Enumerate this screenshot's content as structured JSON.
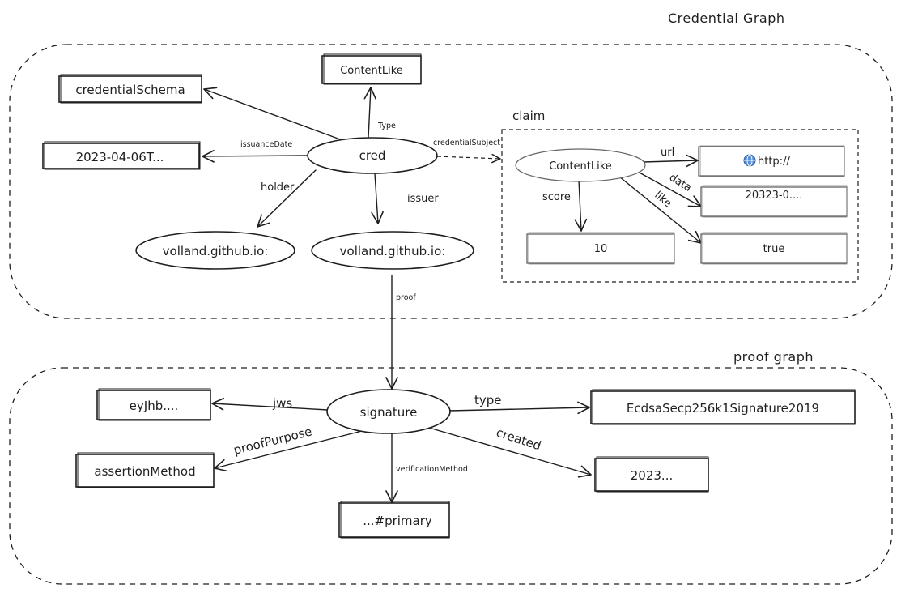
{
  "credential_graph": {
    "title": "Credential Graph",
    "nodes": {
      "cred": "cred",
      "holder_target": "volland.github.io:",
      "issuer_target": "volland.github.io:",
      "credential_schema": "credentialSchema",
      "type_target": "ContentLike",
      "issuance_date_target": "2023-04-06T..."
    },
    "edges": {
      "type": "Type",
      "issuance_date": "issuanceDate",
      "holder": "holder",
      "issuer": "issuer",
      "credential_subject": "credentialSubject",
      "proof": "proof"
    }
  },
  "claim": {
    "title": "claim",
    "nodes": {
      "content_like": "ContentLike",
      "url_target": "http://",
      "data_target": "20323-0....",
      "score_target": "10",
      "like_target": "true"
    },
    "edges": {
      "url": "url",
      "data": "data",
      "like": "like",
      "score": "score"
    },
    "url_icon": "globe-icon"
  },
  "proof_graph": {
    "title": "proof graph",
    "nodes": {
      "signature": "signature",
      "jws_target": "eyJhb....",
      "type_target": "EcdsaSecp256k1Signature2019",
      "proof_purpose_target": "assertionMethod",
      "created_target": "2023...",
      "verification_method_target": "...#primary"
    },
    "edges": {
      "jws": "jws",
      "type": "type",
      "proof_purpose": "proofPurpose",
      "created": "created",
      "verification_method": "verificationMethod"
    }
  }
}
